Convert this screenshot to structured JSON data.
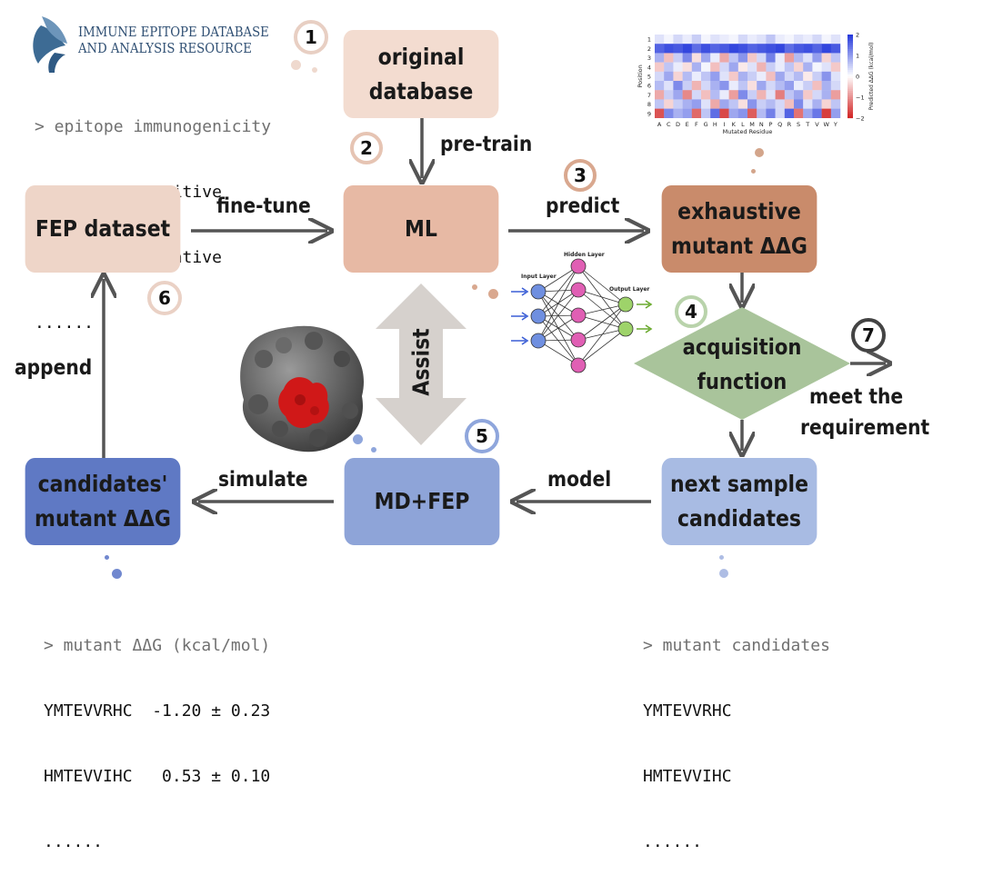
{
  "logo": {
    "line1": "IMMUNE EPITOPE DATABASE",
    "line2": "AND ANALYSIS RESOURCE"
  },
  "code_epitope": {
    "header": "> epitope immunogenicity",
    "lines": [
      "HMTEVVRHC  Positive",
      "AAGIGILTV  Negative",
      "......"
    ]
  },
  "code_mutant_dg": {
    "header": "> mutant ΔΔG (kcal/mol)",
    "lines": [
      "YMTEVVRHC  -1.20 ± 0.23",
      "HMTEVVIHC   0.53 ± 0.10",
      "......"
    ]
  },
  "code_candidates": {
    "header": "> mutant candidates",
    "lines": [
      "YMTEVVRHC",
      "HMTEVVIHC",
      "......"
    ]
  },
  "nodes": {
    "original_database": "original database",
    "ml": "ML",
    "fep_dataset": "FEP dataset",
    "exhaustive": "exhaustive mutant ΔΔG",
    "acquisition": "acquisition function",
    "next_sample": "next sample candidates",
    "md_fep": "MD+FEP",
    "candidates_dg": "candidates' mutant ΔΔG"
  },
  "edges": {
    "pre_train": "pre-train",
    "fine_tune": "fine-tune",
    "predict": "predict",
    "model": "model",
    "simulate": "simulate",
    "append": "append",
    "assist": "Assist",
    "meet": "meet the requirement"
  },
  "steps": [
    "1",
    "2",
    "3",
    "4",
    "5",
    "6",
    "7"
  ],
  "neural_net": {
    "input": "Input Layer",
    "hidden": "Hidden Layer",
    "output": "Output Layer"
  },
  "colors": {
    "orig_db": "#f3dcd0",
    "ml": "#e7b9a4",
    "fep": "#eed5c8",
    "exhaustive": "#c98b6b",
    "acq": "#a9c49b",
    "next": "#a8bbe3",
    "md": "#8ea4d8",
    "cand": "#5f79c4",
    "arrow": "#555555"
  },
  "chart_data": {
    "type": "heatmap",
    "xlabel": "Mutated Residue",
    "ylabel": "Position",
    "colorbar_label": "Predicted ΔΔG (kcal/mol)",
    "x_categories": [
      "A",
      "C",
      "D",
      "E",
      "F",
      "G",
      "H",
      "I",
      "K",
      "L",
      "M",
      "N",
      "P",
      "Q",
      "R",
      "S",
      "T",
      "V",
      "W",
      "Y"
    ],
    "y_categories": [
      "1",
      "2",
      "3",
      "4",
      "5",
      "6",
      "7",
      "8",
      "9"
    ],
    "colorbar_ticks": [
      "2",
      "1",
      "0",
      "−1",
      "−2"
    ],
    "vmin": -2,
    "vmax": 2,
    "values": [
      [
        0.3,
        0.1,
        0.4,
        0.2,
        0.5,
        0.1,
        0.3,
        0.2,
        0.1,
        0.4,
        0.2,
        0.3,
        0.6,
        0.2,
        0.1,
        0.3,
        0.2,
        0.4,
        0.1,
        0.3
      ],
      [
        1.6,
        1.8,
        1.7,
        1.9,
        1.5,
        1.8,
        1.6,
        1.7,
        1.9,
        1.8,
        1.6,
        1.7,
        1.8,
        1.9,
        1.5,
        1.7,
        1.8,
        1.6,
        1.9,
        1.7
      ],
      [
        0.8,
        -0.6,
        0.5,
        1.2,
        -0.3,
        0.9,
        0.2,
        -0.8,
        0.6,
        1.1,
        -0.5,
        0.4,
        1.3,
        0.2,
        -0.9,
        0.7,
        0.3,
        1.0,
        -0.4,
        0.6
      ],
      [
        -0.5,
        0.6,
        0.2,
        -0.3,
        0.8,
        0.1,
        -0.6,
        0.4,
        0.9,
        -0.2,
        0.3,
        -0.7,
        0.5,
        0.2,
        0.6,
        -0.4,
        0.8,
        0.1,
        0.3,
        -0.5
      ],
      [
        0.4,
        0.9,
        -0.4,
        0.7,
        0.2,
        0.6,
        1.0,
        0.3,
        -0.5,
        0.8,
        0.5,
        0.2,
        -0.6,
        0.9,
        0.4,
        0.7,
        -0.2,
        0.5,
        1.1,
        0.3
      ],
      [
        0.7,
        0.3,
        1.2,
        0.5,
        -0.7,
        0.4,
        0.8,
        1.1,
        0.2,
        0.6,
        -0.3,
        0.9,
        0.4,
        0.7,
        1.0,
        0.2,
        0.5,
        -0.6,
        0.8,
        0.4
      ],
      [
        -0.8,
        0.5,
        0.9,
        -1.1,
        0.4,
        -0.6,
        0.7,
        0.2,
        -0.9,
        1.2,
        0.5,
        -0.7,
        0.3,
        -1.2,
        0.6,
        0.9,
        -0.5,
        0.4,
        0.8,
        -0.9
      ],
      [
        0.6,
        -0.4,
        0.5,
        0.8,
        1.0,
        0.3,
        -0.8,
        0.9,
        0.6,
        -0.3,
        1.1,
        0.5,
        0.7,
        0.4,
        -0.6,
        1.2,
        0.3,
        0.8,
        -0.4,
        0.6
      ],
      [
        -1.6,
        1.2,
        0.8,
        1.0,
        -1.4,
        0.6,
        1.5,
        -1.7,
        0.9,
        1.1,
        -1.5,
        0.7,
        1.3,
        0.4,
        1.6,
        -1.3,
        0.9,
        1.4,
        -1.8,
        1.0
      ]
    ]
  }
}
